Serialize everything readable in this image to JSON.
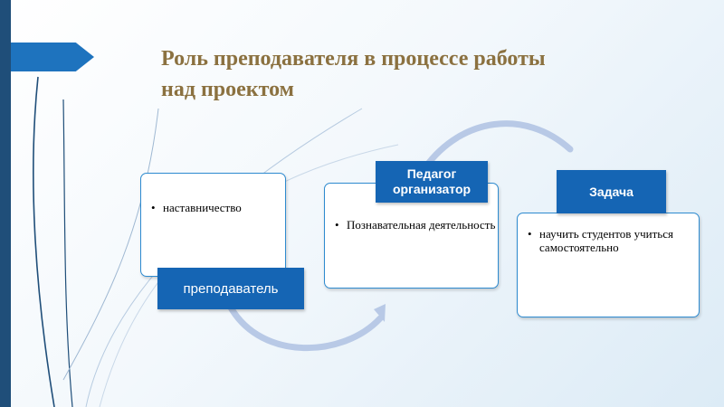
{
  "slide": {
    "title_line1": "Роль преподавателя в процессе работы",
    "title_line2": "над проектом"
  },
  "diagram": {
    "nodes": [
      {
        "label": "преподаватель",
        "items": [
          "наставничество"
        ]
      },
      {
        "label_line1": "Педагог",
        "label_line2": "организатор",
        "items": [
          "Познавательная деятельность"
        ]
      },
      {
        "label": "Задача",
        "items": [
          "научить студентов учиться самостоятельно"
        ]
      }
    ]
  },
  "colors": {
    "accent": "#1565b4",
    "card_border": "#2e8bd0",
    "title": "#8b7140",
    "left_bar": "#1f4e79",
    "arrow": "#b8c9e6"
  }
}
